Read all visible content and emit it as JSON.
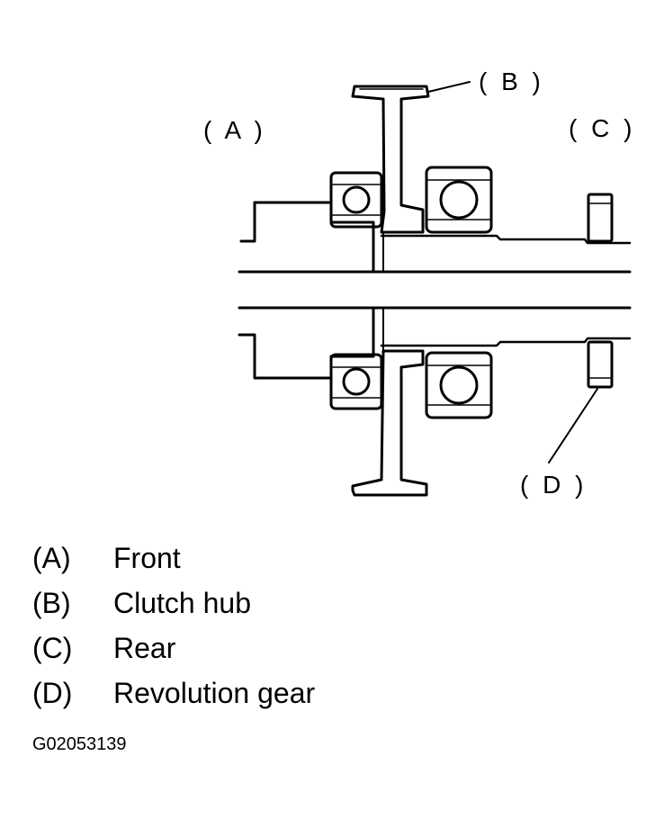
{
  "callouts": {
    "a": "( A )",
    "b": "( B )",
    "c": "( C )",
    "d": "( D )"
  },
  "legend": [
    {
      "key": "(A)",
      "label": "Front"
    },
    {
      "key": "(B)",
      "label": "Clutch hub"
    },
    {
      "key": "(C)",
      "label": "Rear"
    },
    {
      "key": "(D)",
      "label": "Revolution gear"
    }
  ],
  "figure_id": "G02053139"
}
